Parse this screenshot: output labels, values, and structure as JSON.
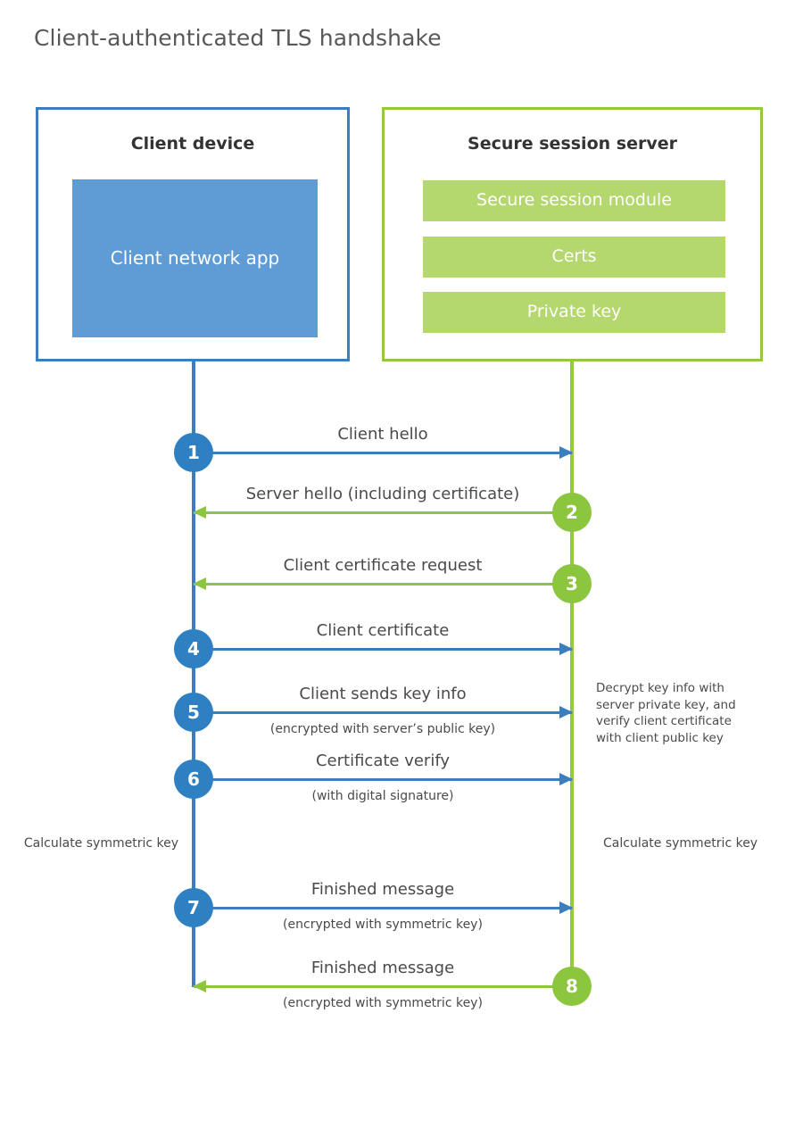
{
  "title": "Client-authenticated TLS handshake",
  "colors": {
    "client_border": "#3a7ebf",
    "client_fill": "#5f9bd5",
    "client_circle": "#2f80c2",
    "server_border": "#93c83f",
    "server_fill": "#b4d76e",
    "server_circle": "#8cc63e",
    "text": "#4a4a4a",
    "title": "#585858",
    "background": "#ffffff"
  },
  "client": {
    "title": "Client device",
    "app_label": "Client network app"
  },
  "server": {
    "title": "Secure session server",
    "components": [
      {
        "label": "Secure session module"
      },
      {
        "label": "Certs"
      },
      {
        "label": "Private key"
      }
    ]
  },
  "messages": [
    {
      "number": "1",
      "label": "Client hello",
      "sub": "",
      "direction": "client-to-server",
      "origin": "client"
    },
    {
      "number": "2",
      "label": "Server hello (including certificate)",
      "sub": "",
      "direction": "server-to-client",
      "origin": "server"
    },
    {
      "number": "3",
      "label": "Client certificate request",
      "sub": "",
      "direction": "server-to-client",
      "origin": "server"
    },
    {
      "number": "4",
      "label": "Client certificate",
      "sub": "",
      "direction": "client-to-server",
      "origin": "client"
    },
    {
      "number": "5",
      "label": "Client sends key info",
      "sub": "(encrypted with server’s public key)",
      "direction": "client-to-server",
      "origin": "client"
    },
    {
      "number": "6",
      "label": "Certificate verify",
      "sub": "(with digital signature)",
      "direction": "client-to-server",
      "origin": "client"
    },
    {
      "number": "7",
      "label": "Finished message",
      "sub": "(encrypted with symmetric key)",
      "direction": "client-to-server",
      "origin": "client"
    },
    {
      "number": "8",
      "label": "Finished message",
      "sub": "(encrypted with symmetric key)",
      "direction": "server-to-client",
      "origin": "server"
    }
  ],
  "notes": {
    "decrypt": "Decrypt key info with server private key, and verify client certificate with client public key",
    "calculate_client": "Calculate symmetric key",
    "calculate_server": "Calculate symmetric key"
  }
}
